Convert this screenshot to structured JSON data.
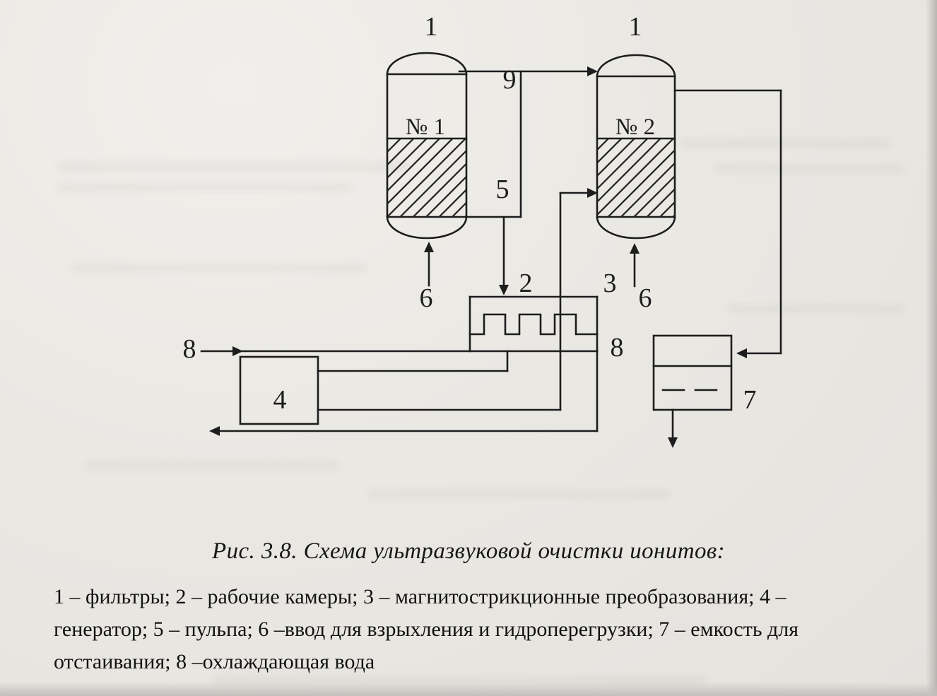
{
  "colors": {
    "ink": "#1d1d1d",
    "paper": "#eae8e3"
  },
  "figure": {
    "caption": "Рис. 3.8. Схема ультразвуковой очистки ионитов:",
    "legend_lines": [
      "1 – фильтры; 2 – рабочие камеры; 3 – магнитострикционные преобразования; 4 –",
      "генератор; 5 – пульпа; 6 –ввод для взрыхления и гидроперегрузки; 7 – емкость для",
      "отстаивания; 8 –охлаждающая вода"
    ]
  },
  "diagram": {
    "labels": {
      "filter_left_num": "1",
      "filter_right_num": "1",
      "filter_left_name": "№ 1",
      "filter_right_name": "№ 2",
      "transfer_pipe": "9",
      "pulp": "5",
      "chamber": "2",
      "transducer": "3",
      "inlet_left": "6",
      "inlet_right": "6",
      "water_in": "8",
      "water_out": "8",
      "generator": "4",
      "settling_tank": "7"
    }
  }
}
